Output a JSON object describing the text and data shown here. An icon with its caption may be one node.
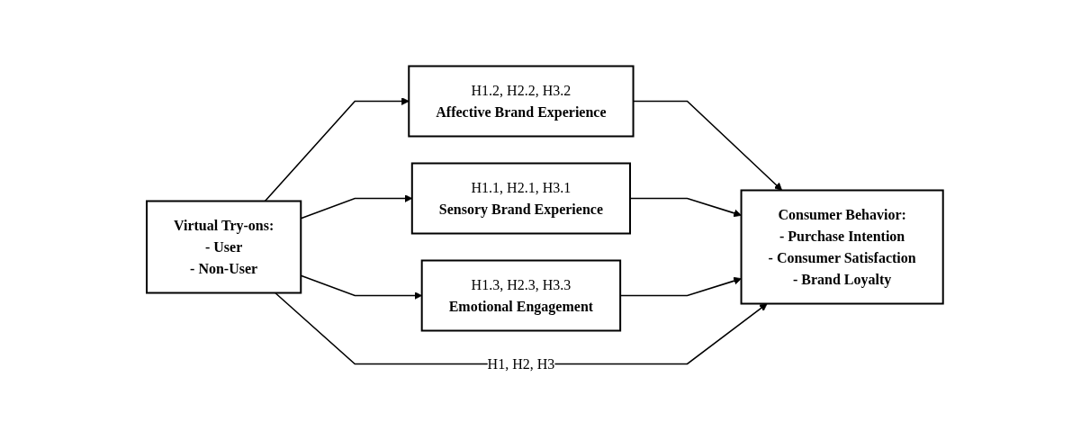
{
  "diagram": {
    "nodes": [
      {
        "text": [
          "Virtual Try-ons:",
          "- User",
          "- Non-User"
        ]
      },
      {
        "text": [
          "H1.2, H2.2, H3.2",
          "Affective Brand Experience"
        ]
      },
      {
        "text": [
          "H1.1, H2.1, H3.1",
          "Sensory Brand Experience"
        ]
      },
      {
        "text": [
          "H1.3, H2.3, H3.3",
          "Emotional Engagement"
        ]
      },
      {
        "text": [
          "Consumer Behavior:",
          "- Purchase Intention",
          "- Consumer Satisfaction",
          "- Brand Loyalty"
        ]
      }
    ],
    "edges": [
      {
        "from": 0,
        "to": 1,
        "arrow": "to"
      },
      {
        "from": 0,
        "to": 2,
        "arrow": "to"
      },
      {
        "from": 0,
        "to": 3,
        "arrow": "to"
      },
      {
        "from": 1,
        "to": 4,
        "arrow": "to"
      },
      {
        "from": 2,
        "to": 4,
        "arrow": "to"
      },
      {
        "from": 3,
        "to": 4,
        "arrow": "to"
      },
      {
        "from": 0,
        "to": 4,
        "label": "H1, H2, H3",
        "arrow": "to"
      }
    ]
  }
}
